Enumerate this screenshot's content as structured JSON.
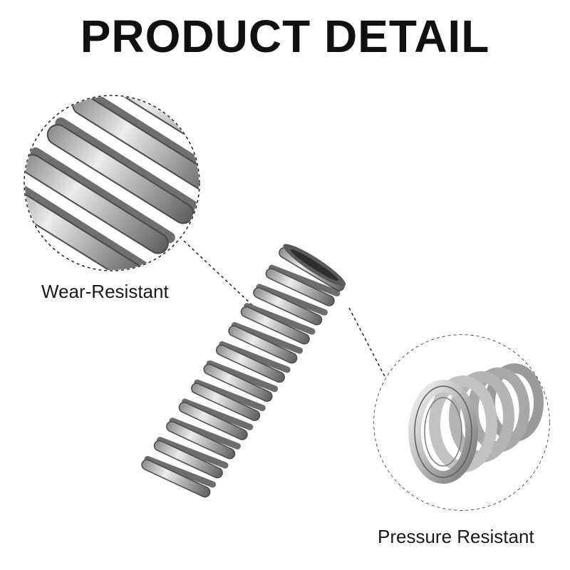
{
  "header": {
    "title": "PRODUCT DETAIL"
  },
  "callouts": {
    "wear": {
      "label": "Wear-Resistant"
    },
    "pressure": {
      "label": "Pressure Resistant"
    }
  },
  "product": {
    "name_icon": "compression-spring"
  },
  "colors": {
    "background": "#ffffff",
    "text": "#111111",
    "steel_light": "#e4e4e4",
    "steel_dark": "#6a6a6a"
  }
}
